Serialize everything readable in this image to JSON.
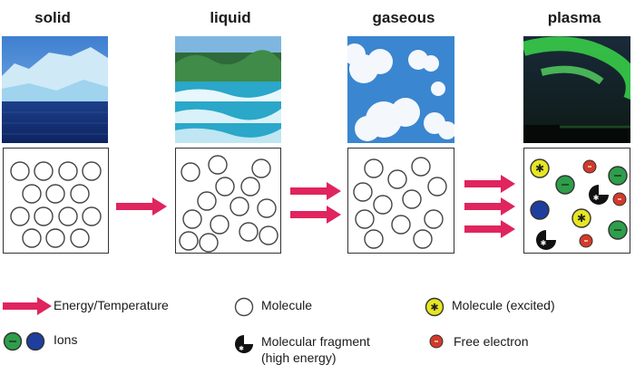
{
  "states": {
    "solid": "solid",
    "liquid": "liquid",
    "gaseous": "gaseous",
    "plasma": "plasma"
  },
  "legend": {
    "energy": "Energy/Temperature",
    "molecule": "Molecule",
    "molecule_excited": "Molecule (excited)",
    "ions": "Ions",
    "fragment_line1": "Molecular fragment",
    "fragment_line2": "(high energy)",
    "free_electron": "Free electron"
  },
  "colors": {
    "arrow": "#e0245e",
    "ion_green": "#2e9e4a",
    "ion_blue": "#1f3f9e",
    "excited_yellow": "#e6e623",
    "electron_red": "#d23a2a"
  }
}
